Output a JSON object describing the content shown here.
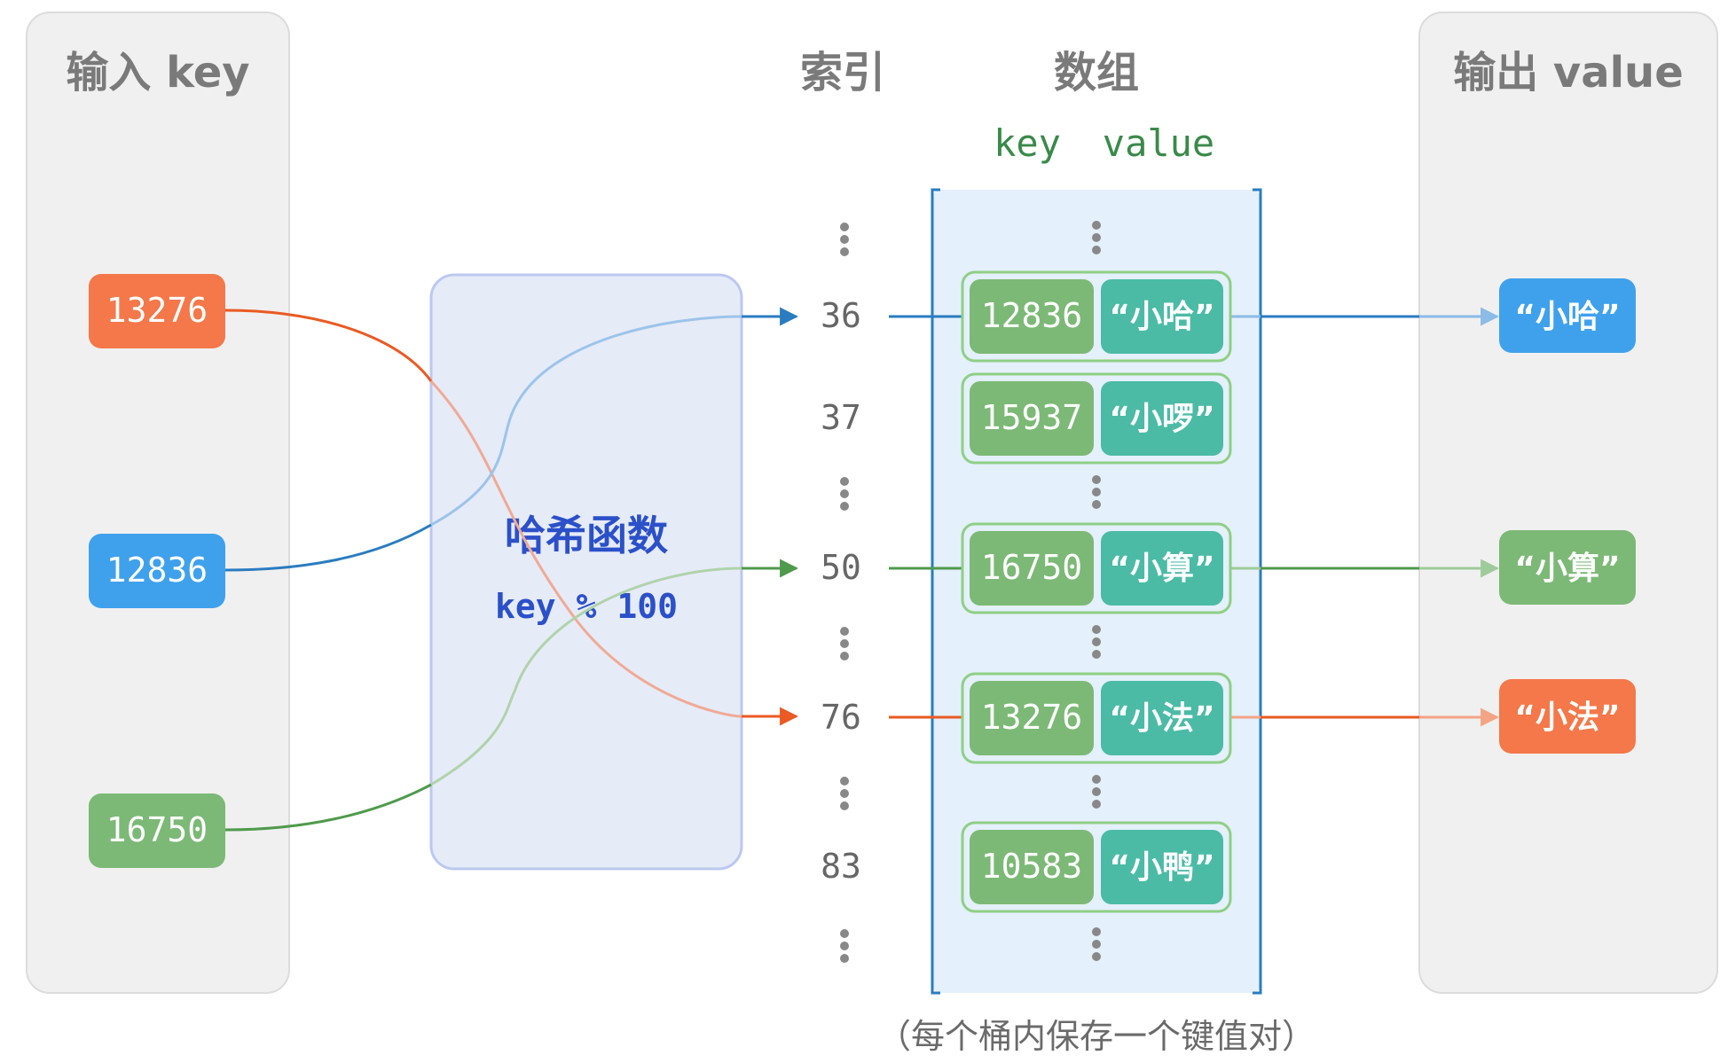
{
  "titles": {
    "input": "输入 key",
    "index": "索引",
    "array": "数组",
    "output": "输出 value"
  },
  "array_headers": {
    "key": "key",
    "value": "value"
  },
  "hash_function": {
    "title": "哈希函数",
    "formula": "key % 100"
  },
  "inputs": [
    {
      "key": "13276",
      "color": "#f4784a"
    },
    {
      "key": "12836",
      "color": "#3fa1ec"
    },
    {
      "key": "16750",
      "color": "#7cb976"
    }
  ],
  "indices": [
    "⋮",
    "36",
    "37",
    "⋮",
    "50",
    "⋮",
    "76",
    "⋮",
    "83",
    "⋮"
  ],
  "buckets": [
    {
      "index": "36",
      "key": "12836",
      "value": "“小哈”"
    },
    {
      "index": "37",
      "key": "15937",
      "value": "“小啰”"
    },
    {
      "index": "50",
      "key": "16750",
      "value": "“小算”"
    },
    {
      "index": "76",
      "key": "13276",
      "value": "“小法”"
    },
    {
      "index": "83",
      "key": "10583",
      "value": "“小鸭”"
    }
  ],
  "outputs": [
    {
      "value": "“小哈”",
      "color": "#3fa1ec"
    },
    {
      "value": "“小算”",
      "color": "#7cb976"
    },
    {
      "value": "“小法”",
      "color": "#f4784a"
    }
  ],
  "caption": "（每个桶内保存一个键值对）",
  "colors": {
    "panel": "#f0f0f0",
    "panel_border": "#dcdcdc",
    "hash_box": "#e6ebf8",
    "hash_border": "#bcc8ef",
    "array_bg": "#e4f0fb",
    "array_border": "#2a7cc0",
    "bucket_border": "#8fcf86",
    "key_cell": "#7cb976",
    "value_cell": "#4bbba6",
    "orange": "#ea5a22",
    "blue": "#2a7cc0",
    "green": "#4f9a4c"
  }
}
